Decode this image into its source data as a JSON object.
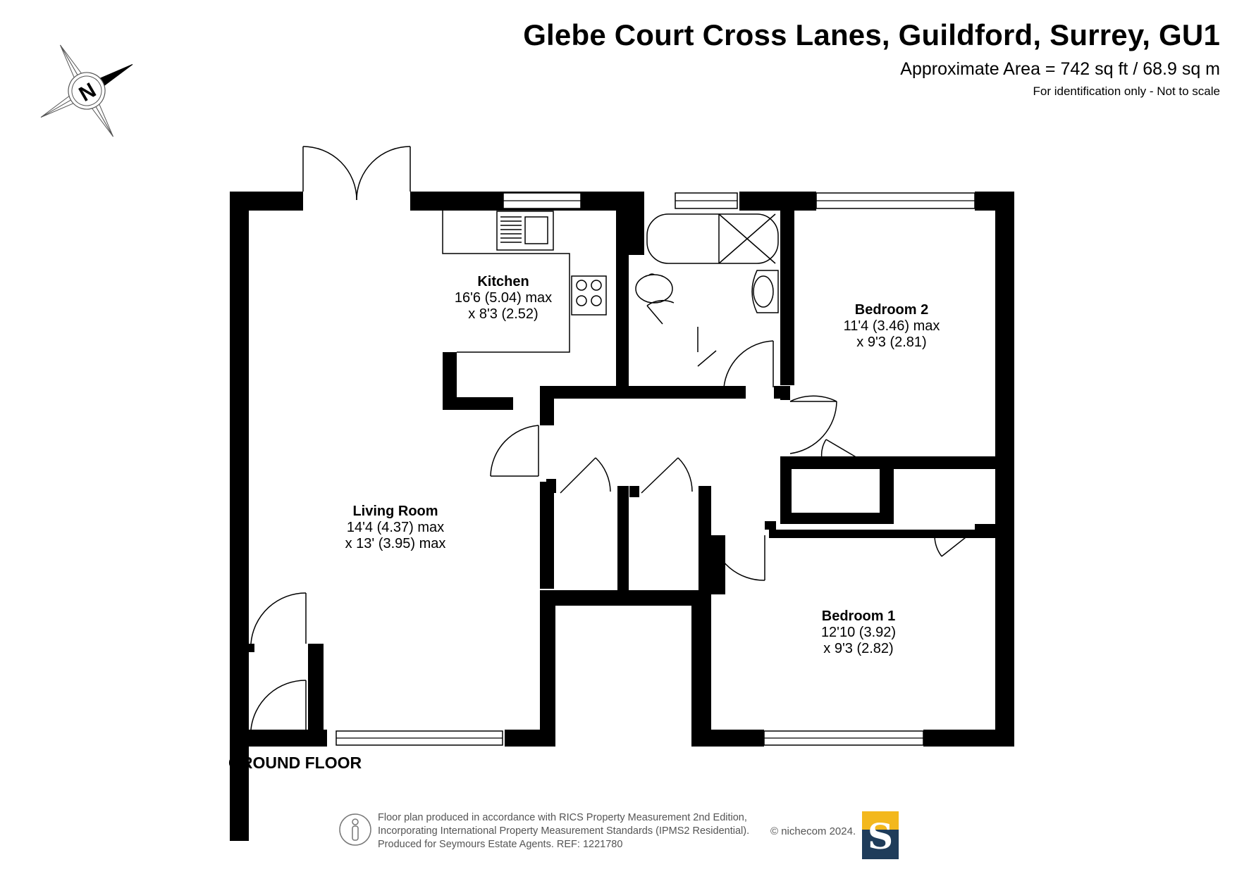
{
  "header": {
    "title": "Glebe Court Cross Lanes, Guildford, Surrey, GU1",
    "area": "Approximate Area = 742 sq ft / 68.9 sq m",
    "note": "For identification only - Not to scale"
  },
  "compass": {
    "letter": "N"
  },
  "rooms": {
    "kitchen": {
      "name": "Kitchen",
      "dim1": "16'6 (5.04) max",
      "dim2": "x 8'3 (2.52)"
    },
    "bedroom2": {
      "name": "Bedroom 2",
      "dim1": "11'4 (3.46) max",
      "dim2": "x 9'3 (2.81)"
    },
    "living": {
      "name": "Living Room",
      "dim1": "14'4 (4.37) max",
      "dim2": "x 13' (3.95) max"
    },
    "bedroom1": {
      "name": "Bedroom 1",
      "dim1": "12'10 (3.92)",
      "dim2": "x 9'3 (2.82)"
    }
  },
  "floor_label": "GROUND FLOOR",
  "footer": {
    "line1": "Floor plan produced in accordance with RICS Property Measurement 2nd Edition,",
    "line2": "Incorporating International Property Measurement Standards (IPMS2 Residential).",
    "line3": "Produced for Seymours Estate Agents.   REF: 1221780",
    "brand": "© nichecom 2024.",
    "logo_letter": "S"
  },
  "colors": {
    "wall": "#000000",
    "logo_top": "#f3b81d",
    "logo_bottom": "#1f3c5a",
    "footer_text": "#555555"
  }
}
